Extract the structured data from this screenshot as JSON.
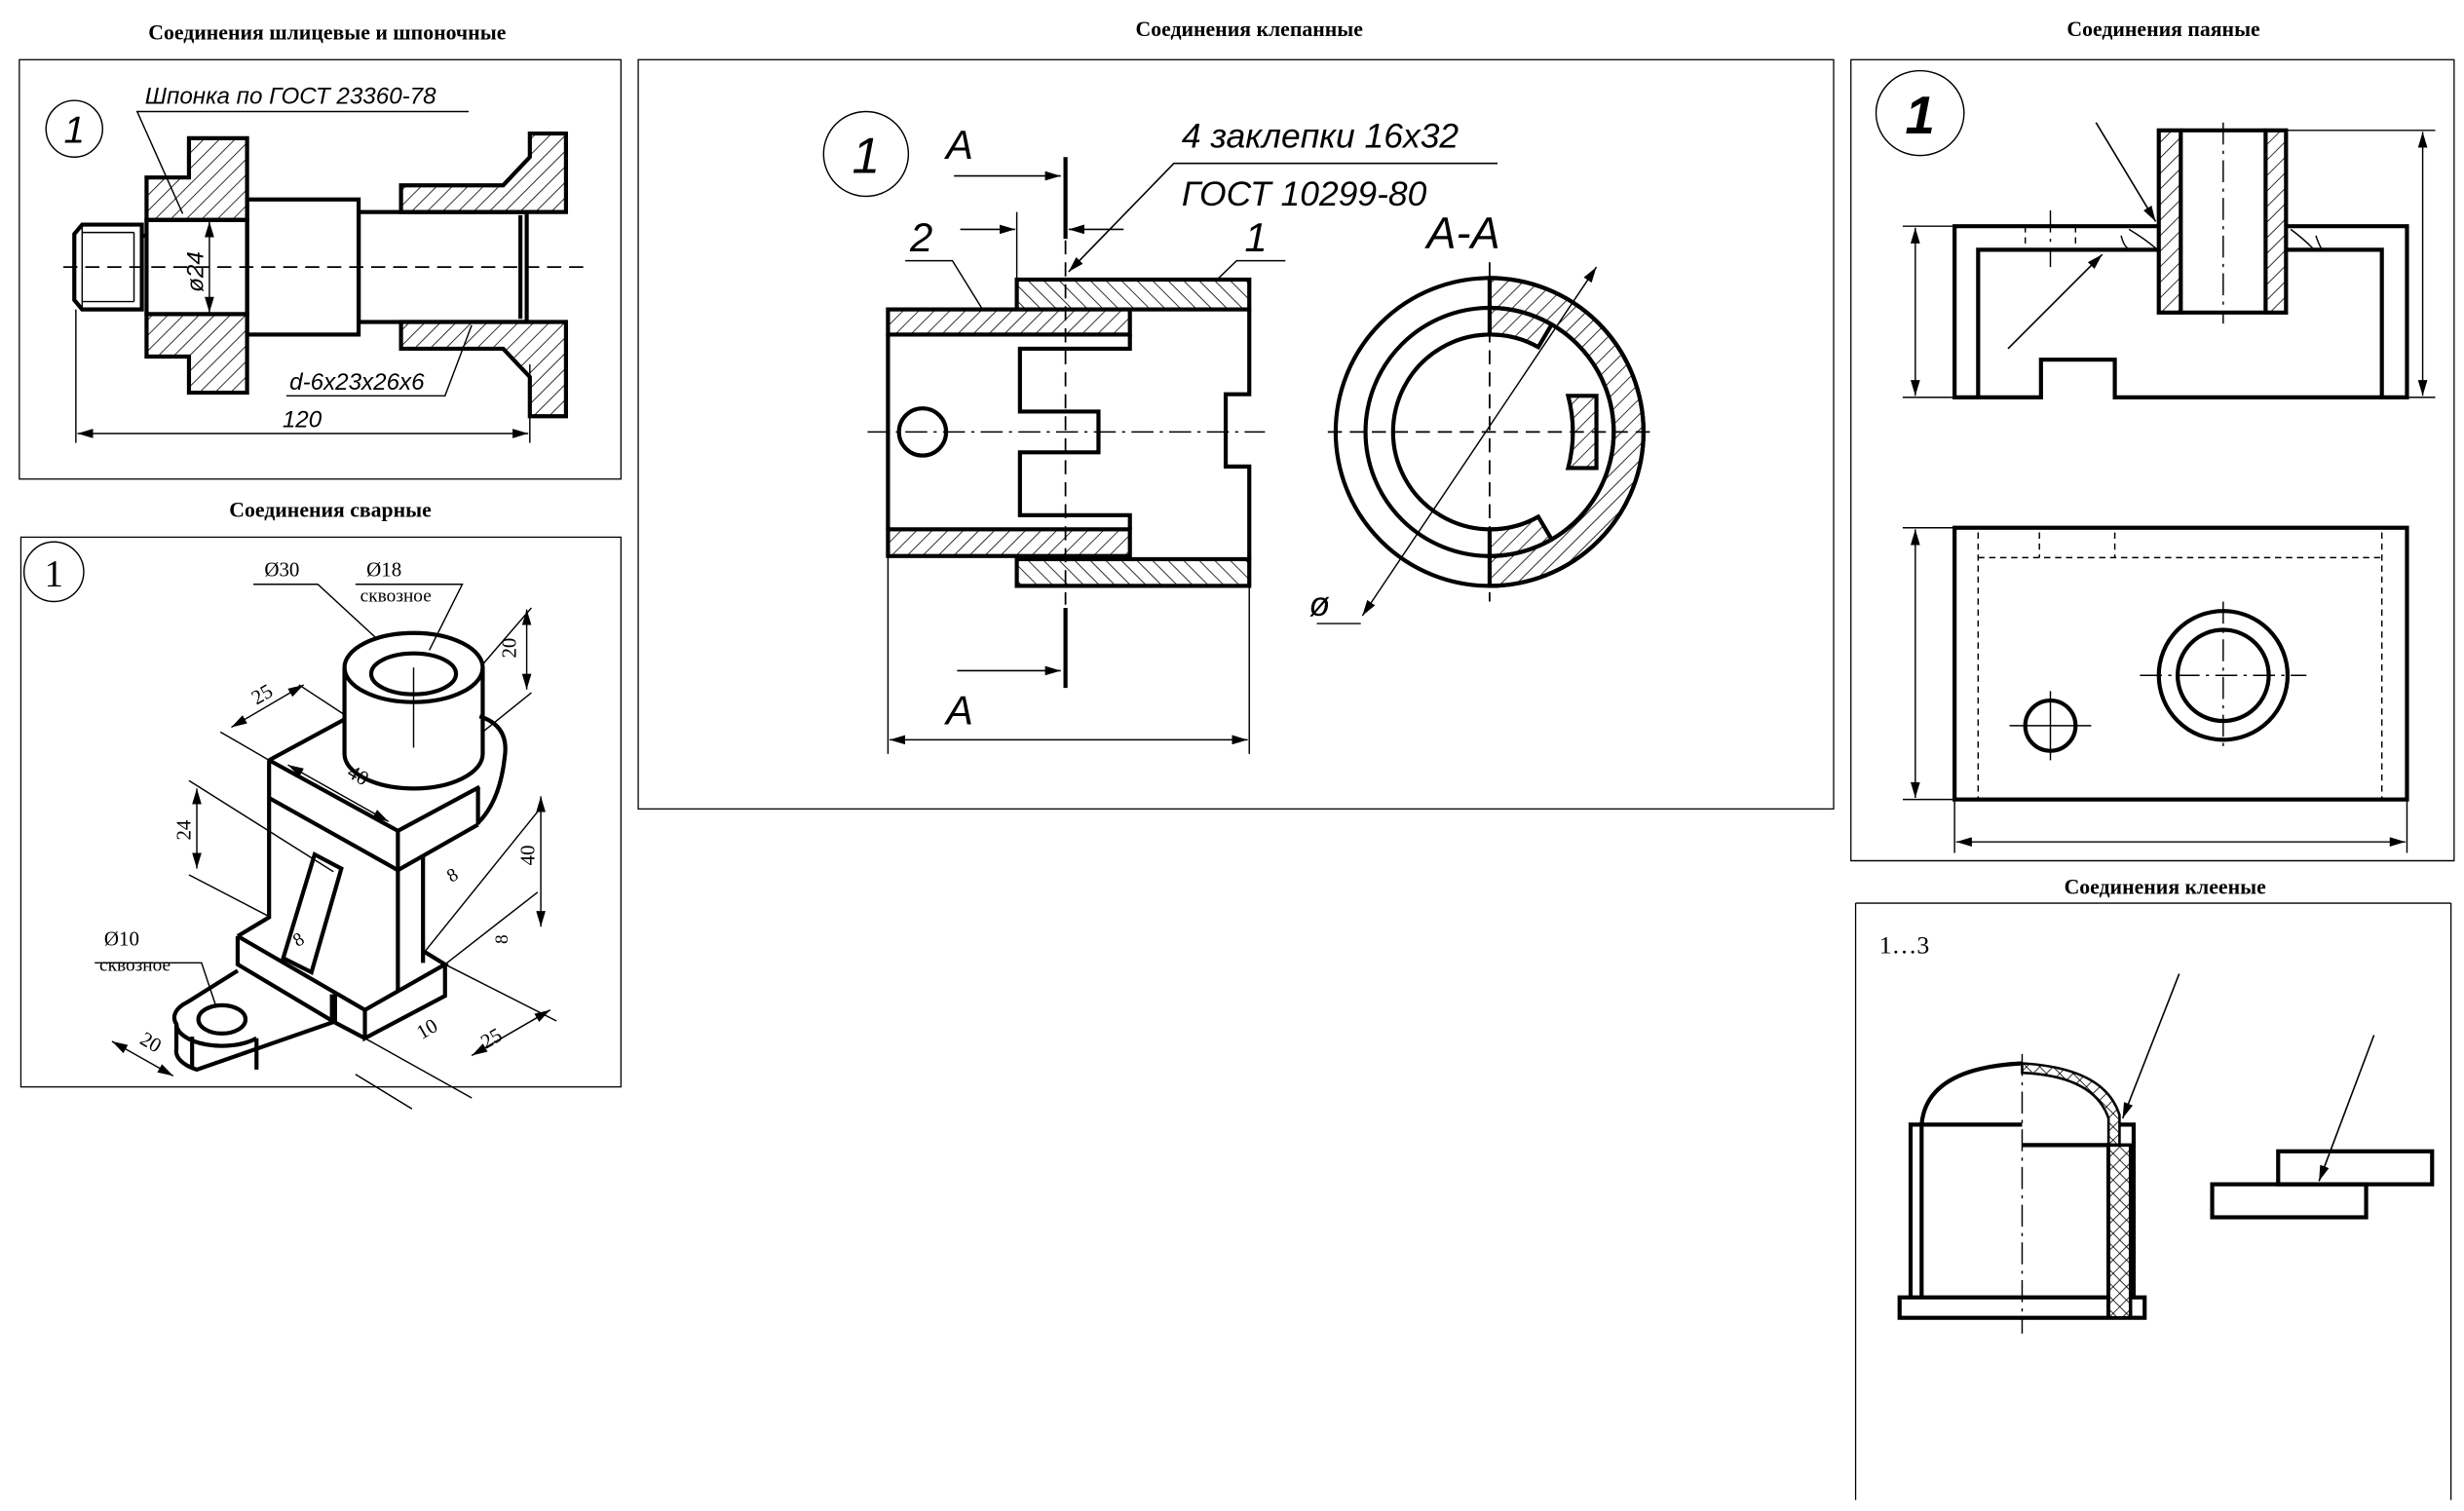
{
  "panels": {
    "keyed": {
      "title": "Соединения шлицевые и шпоночные",
      "number": "1",
      "key_label": "Шпонка по ГОСТ 23360-78",
      "diameter": "ø24",
      "spline_label": "d-6x23x26x6",
      "length": "120"
    },
    "welded": {
      "title": "Соединения сварные",
      "number": "1",
      "d30": "Ø30",
      "d18": "Ø18",
      "through_top": "сквозное",
      "d10": "Ø10",
      "through_lug": "сквозное",
      "dims": [
        "20",
        "25",
        "40",
        "24",
        "40",
        "8",
        "8",
        "8",
        "20",
        "10",
        "25"
      ]
    },
    "riveted": {
      "title": "Соединения клепанные",
      "number": "1",
      "section_mark_top": "А",
      "section_mark_bottom": "А",
      "rivets": "4 заклепки 16х32",
      "gost": "ГОСТ 10299-80",
      "part2": "2",
      "part1": "1",
      "section_label": "А-А",
      "diameter": "ø"
    },
    "soldered": {
      "title": "Соединения паяные",
      "number": "1"
    },
    "glued": {
      "title": "Соединения клееные",
      "number": "1…3"
    }
  }
}
